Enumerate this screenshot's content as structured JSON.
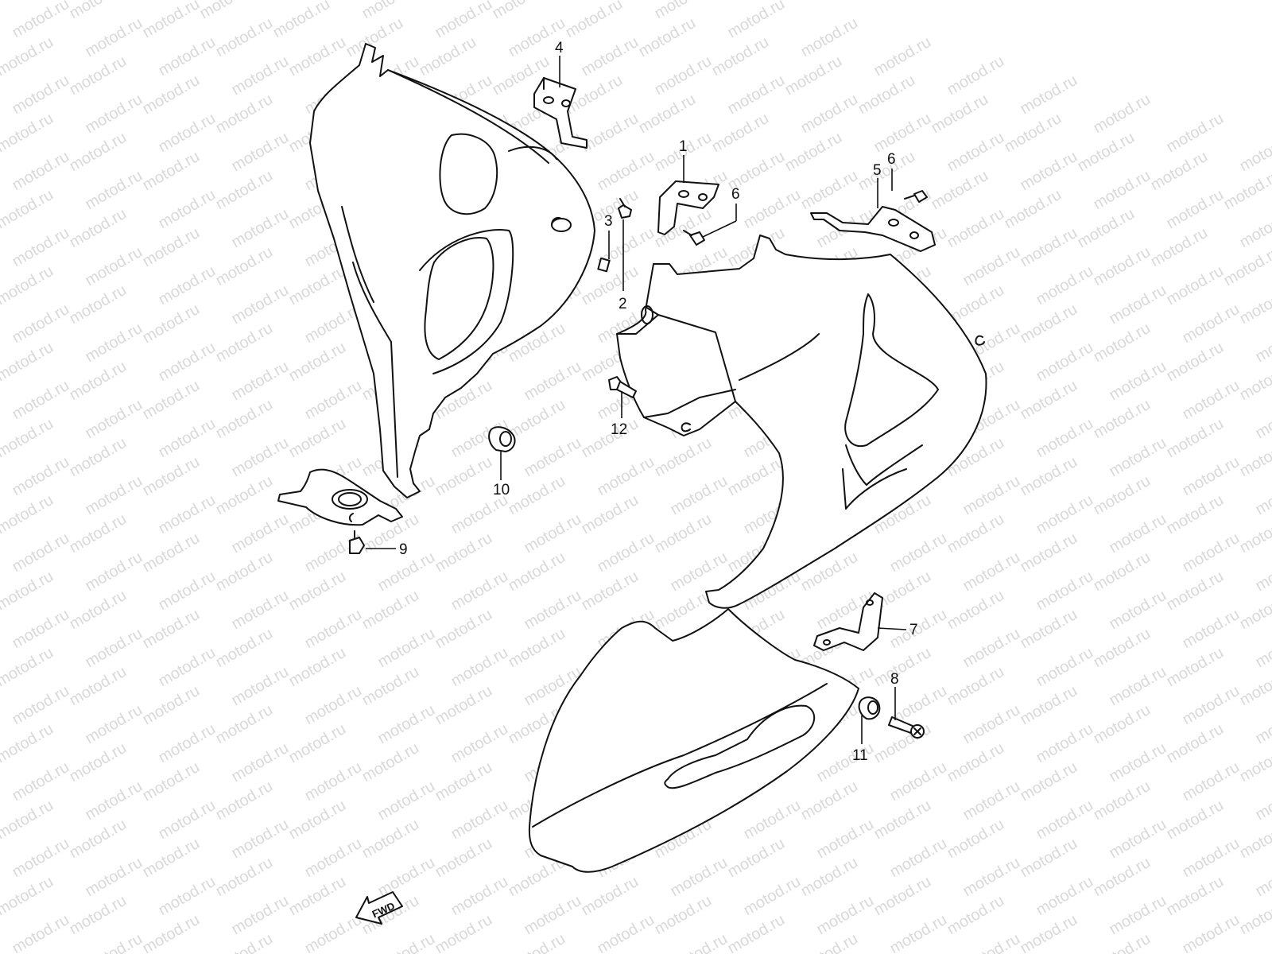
{
  "watermark": {
    "text": "motod.ru",
    "color": "#d9d9d9"
  },
  "direction_arrow": {
    "label": "FWD",
    "icon": "fwd-arrow-icon"
  },
  "callouts": [
    "1",
    "2",
    "3",
    "4",
    "5",
    "6",
    "6",
    "7",
    "8",
    "9",
    "10",
    "11",
    "12"
  ],
  "colors": {
    "line": "#111111",
    "background": "#ffffff"
  }
}
